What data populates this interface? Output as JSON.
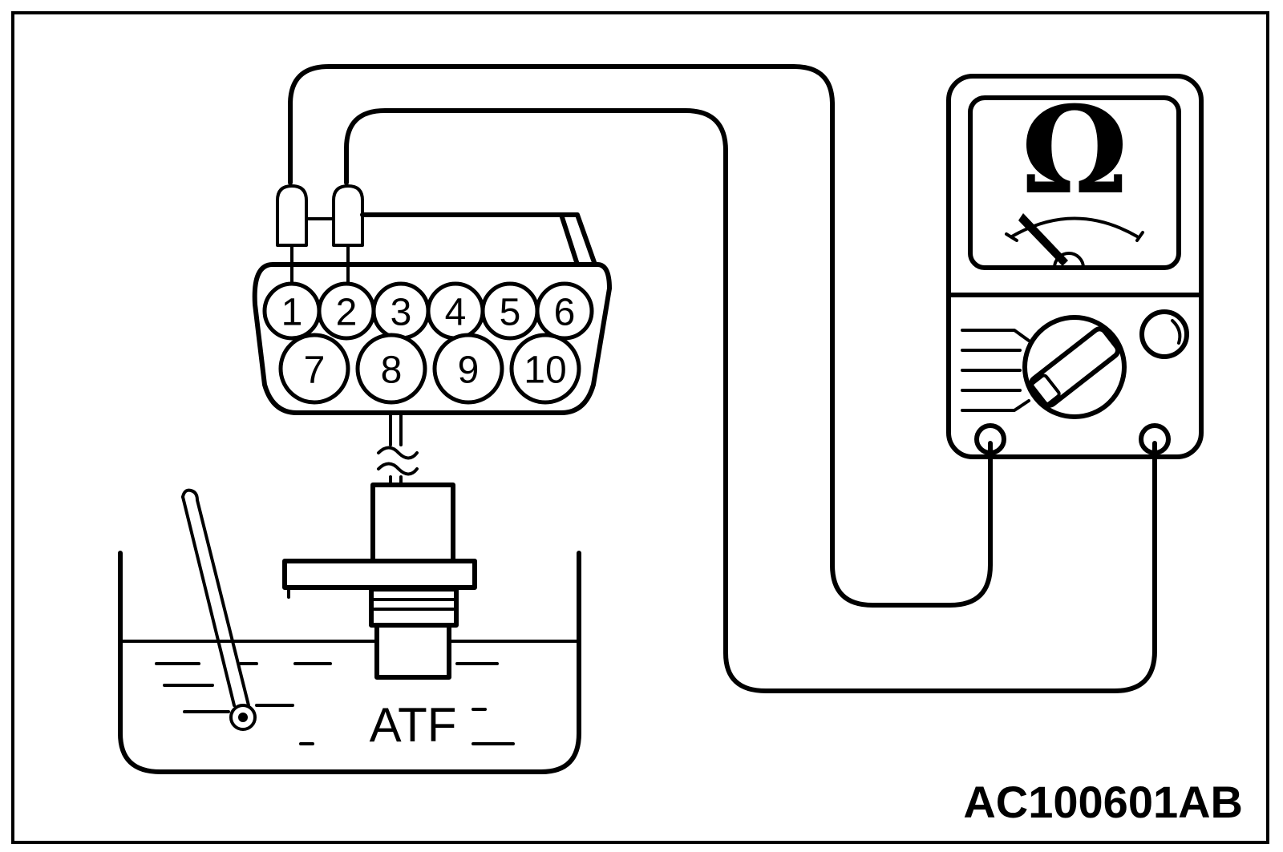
{
  "connector": {
    "pins_top": [
      "1",
      "2",
      "3",
      "4",
      "5",
      "6"
    ],
    "pins_bottom": [
      "7",
      "8",
      "9",
      "10"
    ]
  },
  "fluid_label": "ATF",
  "meter": {
    "symbol": "Ω",
    "icon": "ohmmeter-icon"
  },
  "figure_id": "AC100601AB"
}
